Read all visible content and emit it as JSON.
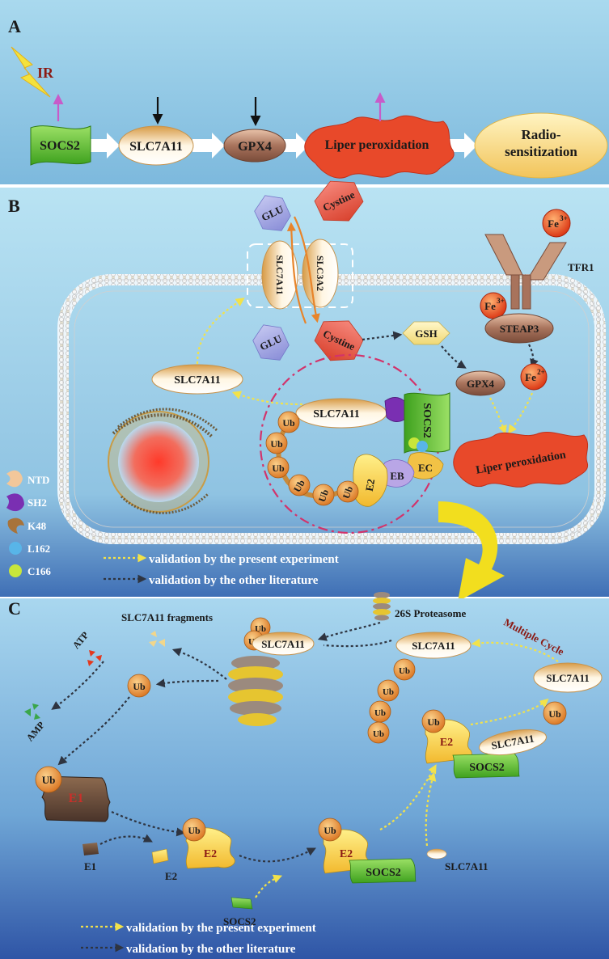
{
  "panel_a": {
    "letter": "A",
    "ir": "IR",
    "socs2": "SOCS2",
    "slc7a11": "SLC7A11",
    "gpx4": "GPX4",
    "lipid": "Liper peroxidation",
    "radio_line1": "Radio-",
    "radio_line2": "sensitization"
  },
  "panel_b": {
    "letter": "B",
    "glu_out": "GLU",
    "cystine_out": "Cystine",
    "slc7a11_membrane": "SLC7A11",
    "slc3a2": "SLC3A2",
    "glu_in": "GLU",
    "cystine_in": "Cystine",
    "fe3_outer": "Fe",
    "fe3_outer_sup": "3+",
    "tfr1": "TFR1",
    "fe3_inner": "Fe",
    "fe3_inner_sup": "3+",
    "steap3": "STEAP3",
    "fe2": "Fe",
    "fe2_sup": "2+",
    "gsh": "GSH",
    "gpx4": "GPX4",
    "slc7a11_cyto": "SLC7A11",
    "slc7a11_complex": "SLC7A11",
    "socs2": "SOCS2",
    "ec": "EC",
    "eb": "EB",
    "e2": "E2",
    "ub": "Ub",
    "lipid": "Liper peroxidation",
    "legend": [
      {
        "label": "NTD",
        "icon": "ntd-icon"
      },
      {
        "label": "SH2",
        "icon": "sh2-icon"
      },
      {
        "label": "K48",
        "icon": "k48-icon"
      },
      {
        "label": "L162",
        "icon": "l162-icon"
      },
      {
        "label": "C166",
        "icon": "c166-icon"
      }
    ],
    "arrow_legend_yellow": "validation by the present experiment",
    "arrow_legend_dark": "validation by the other literature"
  },
  "panel_c": {
    "letter": "C",
    "fragments": "SLC7A11 fragments",
    "proteasome": "26S Proteasome",
    "multiple_cycle": "Multiple Cycle",
    "slc7a11": "SLC7A11",
    "ub": "Ub",
    "atp": "ATP",
    "amp": "AMP",
    "e1": "E1",
    "e2": "E2",
    "socs2": "SOCS2",
    "arrow_legend_yellow": "validation by the present experiment",
    "arrow_legend_dark": "validation by the other literature"
  },
  "colors": {
    "yellow_arrow": "#f2e24a",
    "dark_arrow": "#2e3440",
    "socs2_green": "#5bc62f",
    "ub_orange": "#e8923a",
    "lipid_red": "#e8492a",
    "e2_yellow": "#f4d23a",
    "fe_red": "#e23a1e"
  }
}
